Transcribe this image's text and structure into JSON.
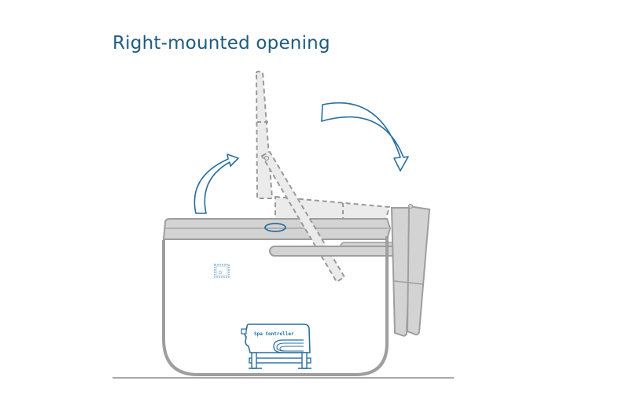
{
  "title": "Right-mounted opening",
  "diagram": {
    "controller_label": "Spa Controller",
    "colors": {
      "title": "#1f5b7e",
      "accent_blue": "#2a6fa0",
      "shell_gray": "#9e9e9e",
      "cover_fill": "#d3d3d3",
      "ghost_fill": "#ebebeb",
      "ghost_stroke": "#9a9a9a",
      "ground": "#8c8c8c"
    },
    "elements": [
      "spa-tub-shell",
      "closed-cover",
      "cover-handle",
      "ghost-cover-open-vertical",
      "ghost-cover-lying",
      "ghost-lifter-arm",
      "lifter-bar",
      "folded-cover-right",
      "arrow-lift-up",
      "arrow-swing-down",
      "control-panel-icon",
      "spa-controller-unit",
      "ground-line"
    ]
  }
}
